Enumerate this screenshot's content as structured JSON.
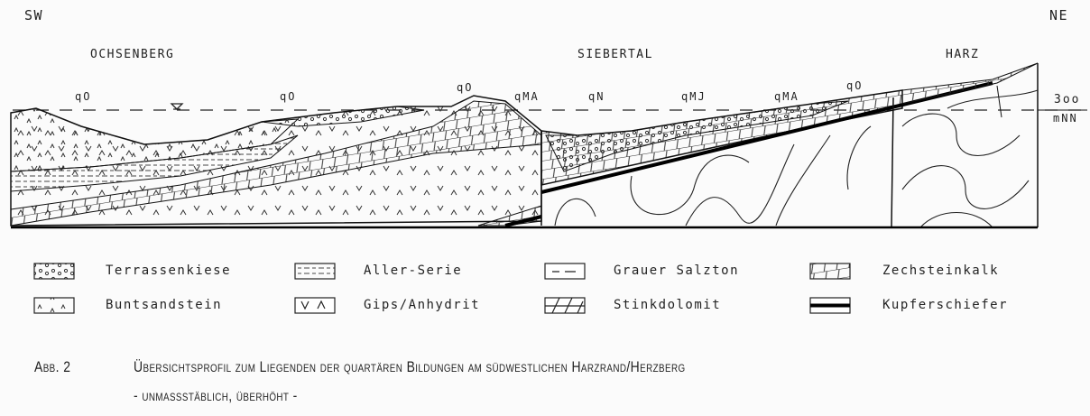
{
  "directions": {
    "left": "SW",
    "right": "NE"
  },
  "locations": [
    "OCHSENBERG",
    "SIEBERTAL",
    "HARZ"
  ],
  "surface_labels": [
    "qO",
    "qO",
    "qO",
    "qMA",
    "qN",
    "qMJ",
    "qMA",
    "qO"
  ],
  "elevation": {
    "value": "3oo",
    "unit": "mNN"
  },
  "legend": [
    {
      "label": "Terrassenkiese",
      "pattern": "gravel"
    },
    {
      "label": "Aller-Serie",
      "pattern": "dash-layers"
    },
    {
      "label": "Grauer Salzton",
      "pattern": "dashes"
    },
    {
      "label": "Zechsteinkalk",
      "pattern": "bricks"
    },
    {
      "label": "Buntsandstein",
      "pattern": "marsh"
    },
    {
      "label": "Gips/Anhydrit",
      "pattern": "v-marks"
    },
    {
      "label": "Stinkdolomit",
      "pattern": "slashes"
    },
    {
      "label": "Kupferschiefer",
      "pattern": "thick-line"
    }
  ],
  "caption": {
    "number": "Abb. 2",
    "title": "Übersichtsprofil zum Liegenden der quartären Bildungen am südwestlichen Harzrand/Herzberg",
    "subtitle": "- unmassstäblich, überhöht -"
  }
}
